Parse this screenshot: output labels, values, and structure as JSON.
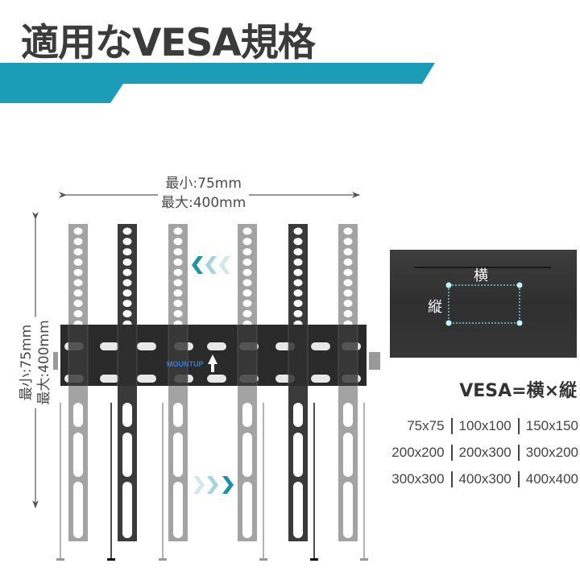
{
  "header": {
    "title": "適用なVESA規格",
    "accent_color": "#1b9db8"
  },
  "diagram": {
    "horizontal_dimension": {
      "min_label": "最小:75mm",
      "max_label": "最大:400mm"
    },
    "vertical_dimension": {
      "min_label": "最小:75mm",
      "max_label": "最大:400mm"
    },
    "brand_logo": "MOUNTUP",
    "colors": {
      "bracket_light": "#a3a3a3",
      "bracket_dark": "#3a3a3a",
      "plate": "#2a2a2a",
      "chevron": "#1b93a8"
    }
  },
  "vesa_panel": {
    "horizontal_label": "横",
    "vertical_label": "縦",
    "formula": "VESA=横×縦",
    "sizes": [
      [
        "75x75",
        "100x100",
        "150x150"
      ],
      [
        "200x200",
        "200x300",
        "300x200"
      ],
      [
        "300x300",
        "400x300",
        "400x400"
      ]
    ]
  }
}
